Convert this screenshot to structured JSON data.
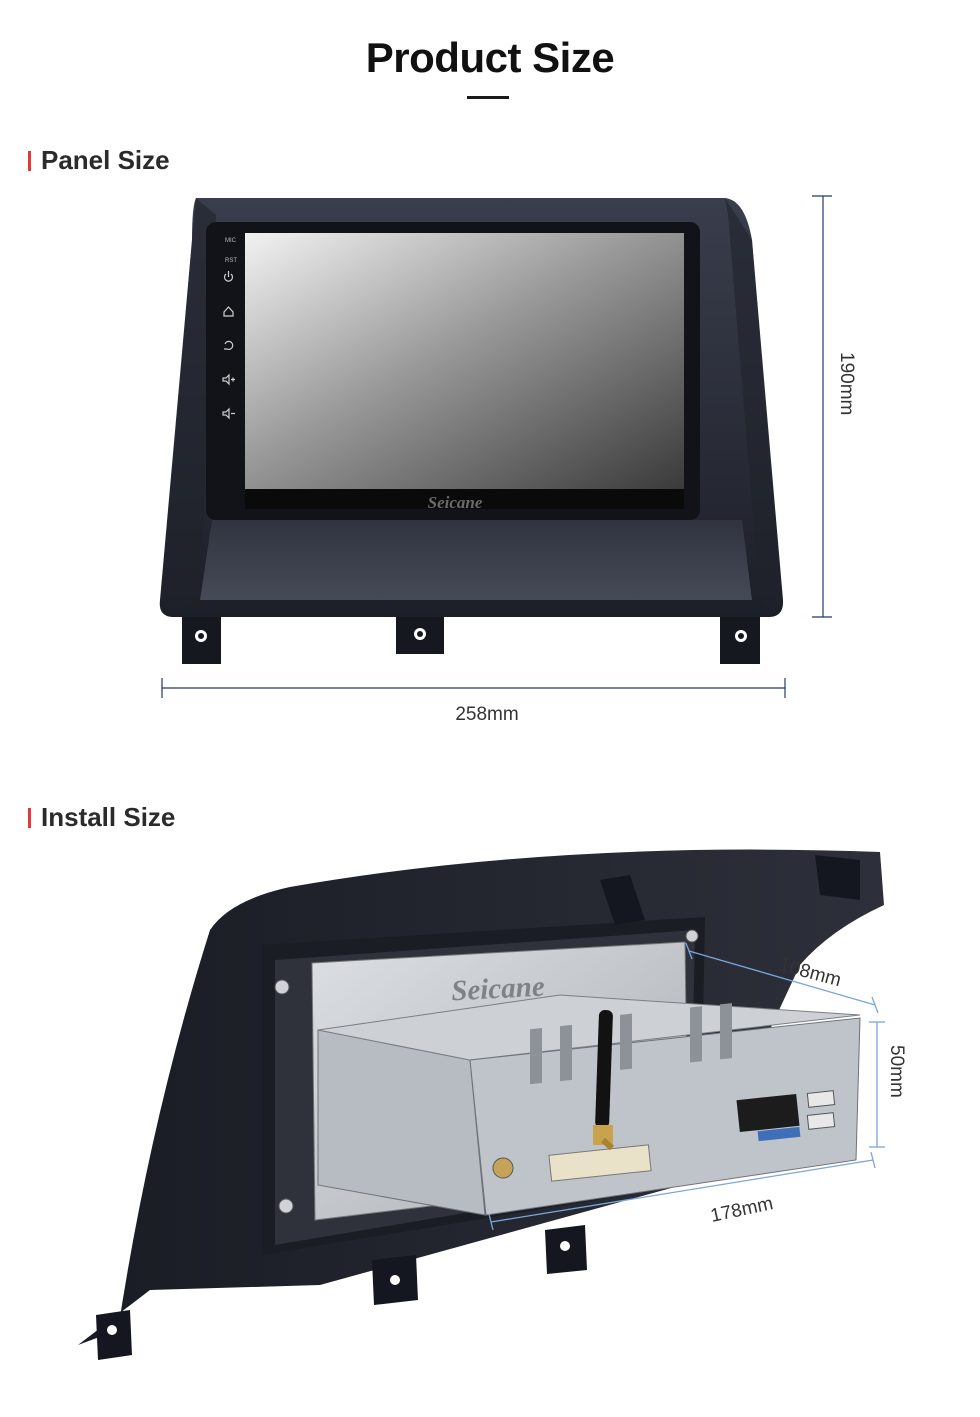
{
  "page": {
    "title": "Product Size"
  },
  "panel_section": {
    "heading": "Panel Size",
    "width_label": "258mm",
    "height_label": "190mm",
    "brand_mark": "Seicane",
    "button_labels": [
      "MIC",
      "RST"
    ]
  },
  "install_section": {
    "heading": "Install Size",
    "depth_label": "178mm",
    "width_label": "108mm",
    "height_label": "50mm",
    "brand_mark": "Seicane"
  },
  "colors": {
    "accent": "#e53935",
    "dimension_line": "#1f3a6b",
    "panel_body": "#2a2d38",
    "chassis": "#c9cdd2"
  },
  "icons": [
    "power-icon",
    "home-icon",
    "back-icon",
    "volume-up-icon",
    "volume-down-icon",
    "antenna-icon"
  ]
}
